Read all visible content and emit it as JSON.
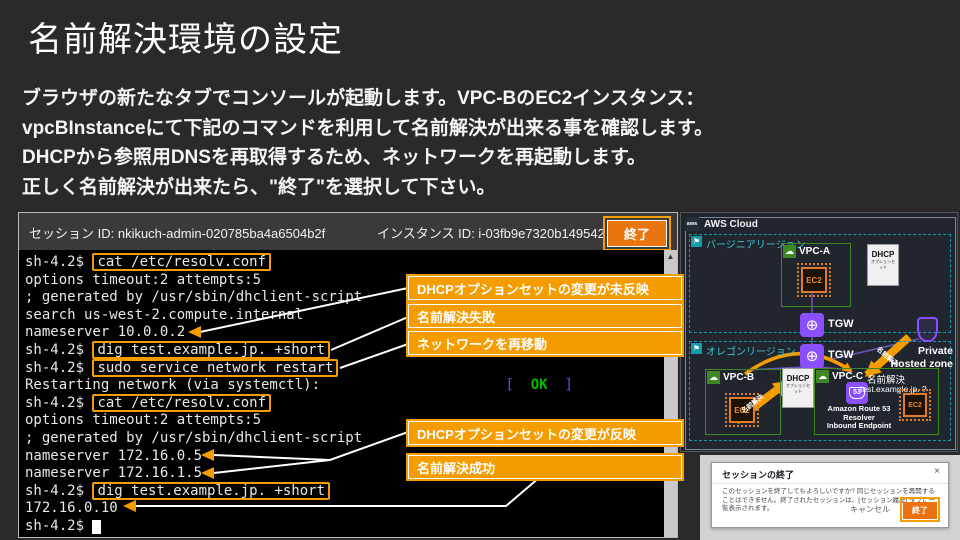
{
  "slide": {
    "title": "名前解決環境の設定",
    "body": [
      "ブラウザの新たなタブでコンソールが起動します。VPC-BのEC2インスタンス：",
      "vpcBInstanceにて下記のコマンドを利用して名前解決が出来る事を確認します。",
      "DHCPから参照用DNSを再取得するため、ネットワークを再起動します。",
      "正しく名前解決が出来たら、\"終了\"を選択して下さい。"
    ]
  },
  "terminal": {
    "session_id_label": "セッション ID: nkikuch-admin-020785ba4a6504b2f",
    "instance_id_label": "インスタンス ID: i-03fb9e7320b149542",
    "end_button": "終了",
    "lines": [
      {
        "spans": [
          {
            "t": "sh-4.2$ "
          },
          {
            "t": "cat /etc/resolv.conf",
            "cls": "cmdbox"
          }
        ]
      },
      {
        "spans": [
          {
            "t": "options timeout:2 attempts:5"
          }
        ]
      },
      {
        "spans": [
          {
            "t": "; generated by /usr/sbin/dhclient-script"
          }
        ]
      },
      {
        "spans": [
          {
            "t": "search us-west-2.compute.internal"
          }
        ]
      },
      {
        "spans": [
          {
            "t": "nameserver 10.0.0.2"
          }
        ]
      },
      {
        "spans": [
          {
            "t": "sh-4.2$ "
          },
          {
            "t": "dig test.example.jp. +short",
            "cls": "cmdbox"
          }
        ]
      },
      {
        "spans": [
          {
            "t": "sh-4.2$ "
          },
          {
            "t": "sudo service network restart",
            "cls": "cmdbox"
          }
        ]
      },
      {
        "spans": [
          {
            "t": "Restarting network (via systemctl):"
          },
          {
            "t": "                      "
          },
          {
            "t": "[",
            "cls": "blue"
          },
          {
            "t": "  OK  ",
            "cls": "green"
          },
          {
            "t": "]",
            "cls": "blue"
          }
        ]
      },
      {
        "spans": [
          {
            "t": "sh-4.2$ "
          },
          {
            "t": "cat /etc/resolv.conf",
            "cls": "cmdbox"
          }
        ]
      },
      {
        "spans": [
          {
            "t": "options timeout:2 attempts:5"
          }
        ]
      },
      {
        "spans": [
          {
            "t": "; generated by /usr/sbin/dhclient-script"
          }
        ]
      },
      {
        "spans": [
          {
            "t": "nameserver 172.16.0.5"
          }
        ]
      },
      {
        "spans": [
          {
            "t": "nameserver 172.16.1.5"
          }
        ]
      },
      {
        "spans": [
          {
            "t": "sh-4.2$ "
          },
          {
            "t": "dig test.example.jp. +short",
            "cls": "cmdbox"
          }
        ]
      },
      {
        "spans": [
          {
            "t": "172.16.0.10"
          }
        ]
      },
      {
        "spans": [
          {
            "t": "sh-4.2$ "
          },
          {
            "t": " ",
            "cls": "cursor"
          }
        ]
      }
    ]
  },
  "callouts": [
    "DHCPオプションセットの変更が未反映",
    "名前解決失敗",
    "ネットワークを再移動",
    "DHCPオプションセットの変更が反映",
    "名前解決成功"
  ],
  "diagram": {
    "logo": "aws",
    "cloud_label": "AWS Cloud",
    "region1": "バージニアリージョン",
    "region2": "オレゴンリージョン",
    "flag": "⚑",
    "vpc_icon": "☁",
    "vpc_a": "VPC-A",
    "vpc_b": "VPC-B",
    "vpc_c": "VPC-C",
    "ec2": "EC2",
    "dhcp_title": "DHCP",
    "dhcp_sub": "オプションセット",
    "tgw_glyph": "⊕",
    "tgw": "TGW",
    "route53": [
      "Amazon Route 53",
      "Resolver",
      "Inbound Endpoint"
    ],
    "r53_badge": "53",
    "query_label": "名前解決",
    "query_target": "test.example.jp. ?",
    "phz_line1": "Private",
    "phz_line2": "Hosted zone",
    "arrow_label_query": "名前解決",
    "arrow_label_answer": "名前解決"
  },
  "dialog": {
    "title": "セッションの終了",
    "close": "×",
    "body": "このセッションを終了してもよろしいですか? 同じセッションを再開することはできません。終了されたセッションは、[セッション履歴] タブに一覧表示されます。",
    "cancel": "キャンセル",
    "confirm": "終了"
  },
  "colors": {
    "annotation_orange": "#f59c00",
    "aws_orange": "#ec7211",
    "ok_green": "#00bb00",
    "tgw_purple": "#8c4fff",
    "vpc_green": "#3f8624",
    "region_teal": "#149aa8"
  }
}
